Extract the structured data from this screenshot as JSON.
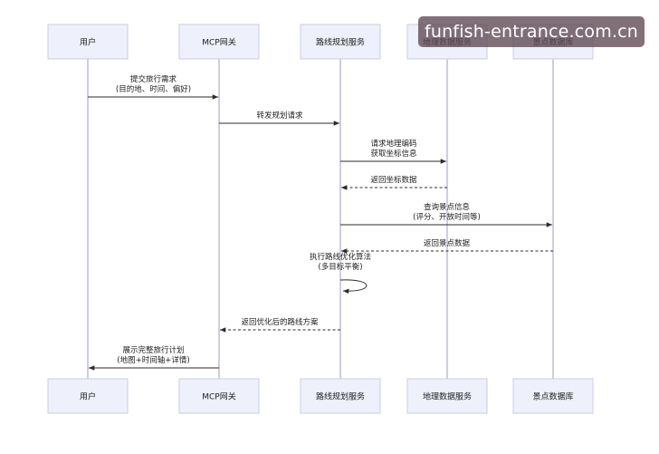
{
  "actors": [
    {
      "id": "user",
      "label": "用户"
    },
    {
      "id": "gateway",
      "label": "MCP网关"
    },
    {
      "id": "route",
      "label": "路线规划服务"
    },
    {
      "id": "geo",
      "label": "地理数据服务"
    },
    {
      "id": "poi",
      "label": "景点数据库"
    }
  ],
  "messages": [
    {
      "from": 0,
      "to": 1,
      "style": "solid",
      "lines": [
        "提交旅行需求",
        "(目的地、时间、偏好)"
      ]
    },
    {
      "from": 1,
      "to": 2,
      "style": "solid",
      "lines": [
        "转发规划请求"
      ]
    },
    {
      "from": 2,
      "to": 3,
      "style": "solid",
      "lines": [
        "请求地理编码",
        "获取坐标信息"
      ]
    },
    {
      "from": 3,
      "to": 2,
      "style": "dashed",
      "lines": [
        "返回坐标数据"
      ]
    },
    {
      "from": 2,
      "to": 4,
      "style": "solid",
      "lines": [
        "查询景点信息",
        "(评分、开放时间等)"
      ]
    },
    {
      "from": 4,
      "to": 2,
      "style": "dashed",
      "lines": [
        "返回景点数据"
      ]
    },
    {
      "from": 2,
      "to": 2,
      "style": "self",
      "lines": [
        "执行路线优化算法",
        "(多目标平衡)"
      ]
    },
    {
      "from": 2,
      "to": 1,
      "style": "dashed",
      "lines": [
        "返回优化后的路线方案"
      ]
    },
    {
      "from": 1,
      "to": 0,
      "style": "solid",
      "lines": [
        "展示完整旅行计划",
        "(地图+时间轴+详情)"
      ]
    }
  ],
  "watermark": "funfish-entrance.com.cn"
}
